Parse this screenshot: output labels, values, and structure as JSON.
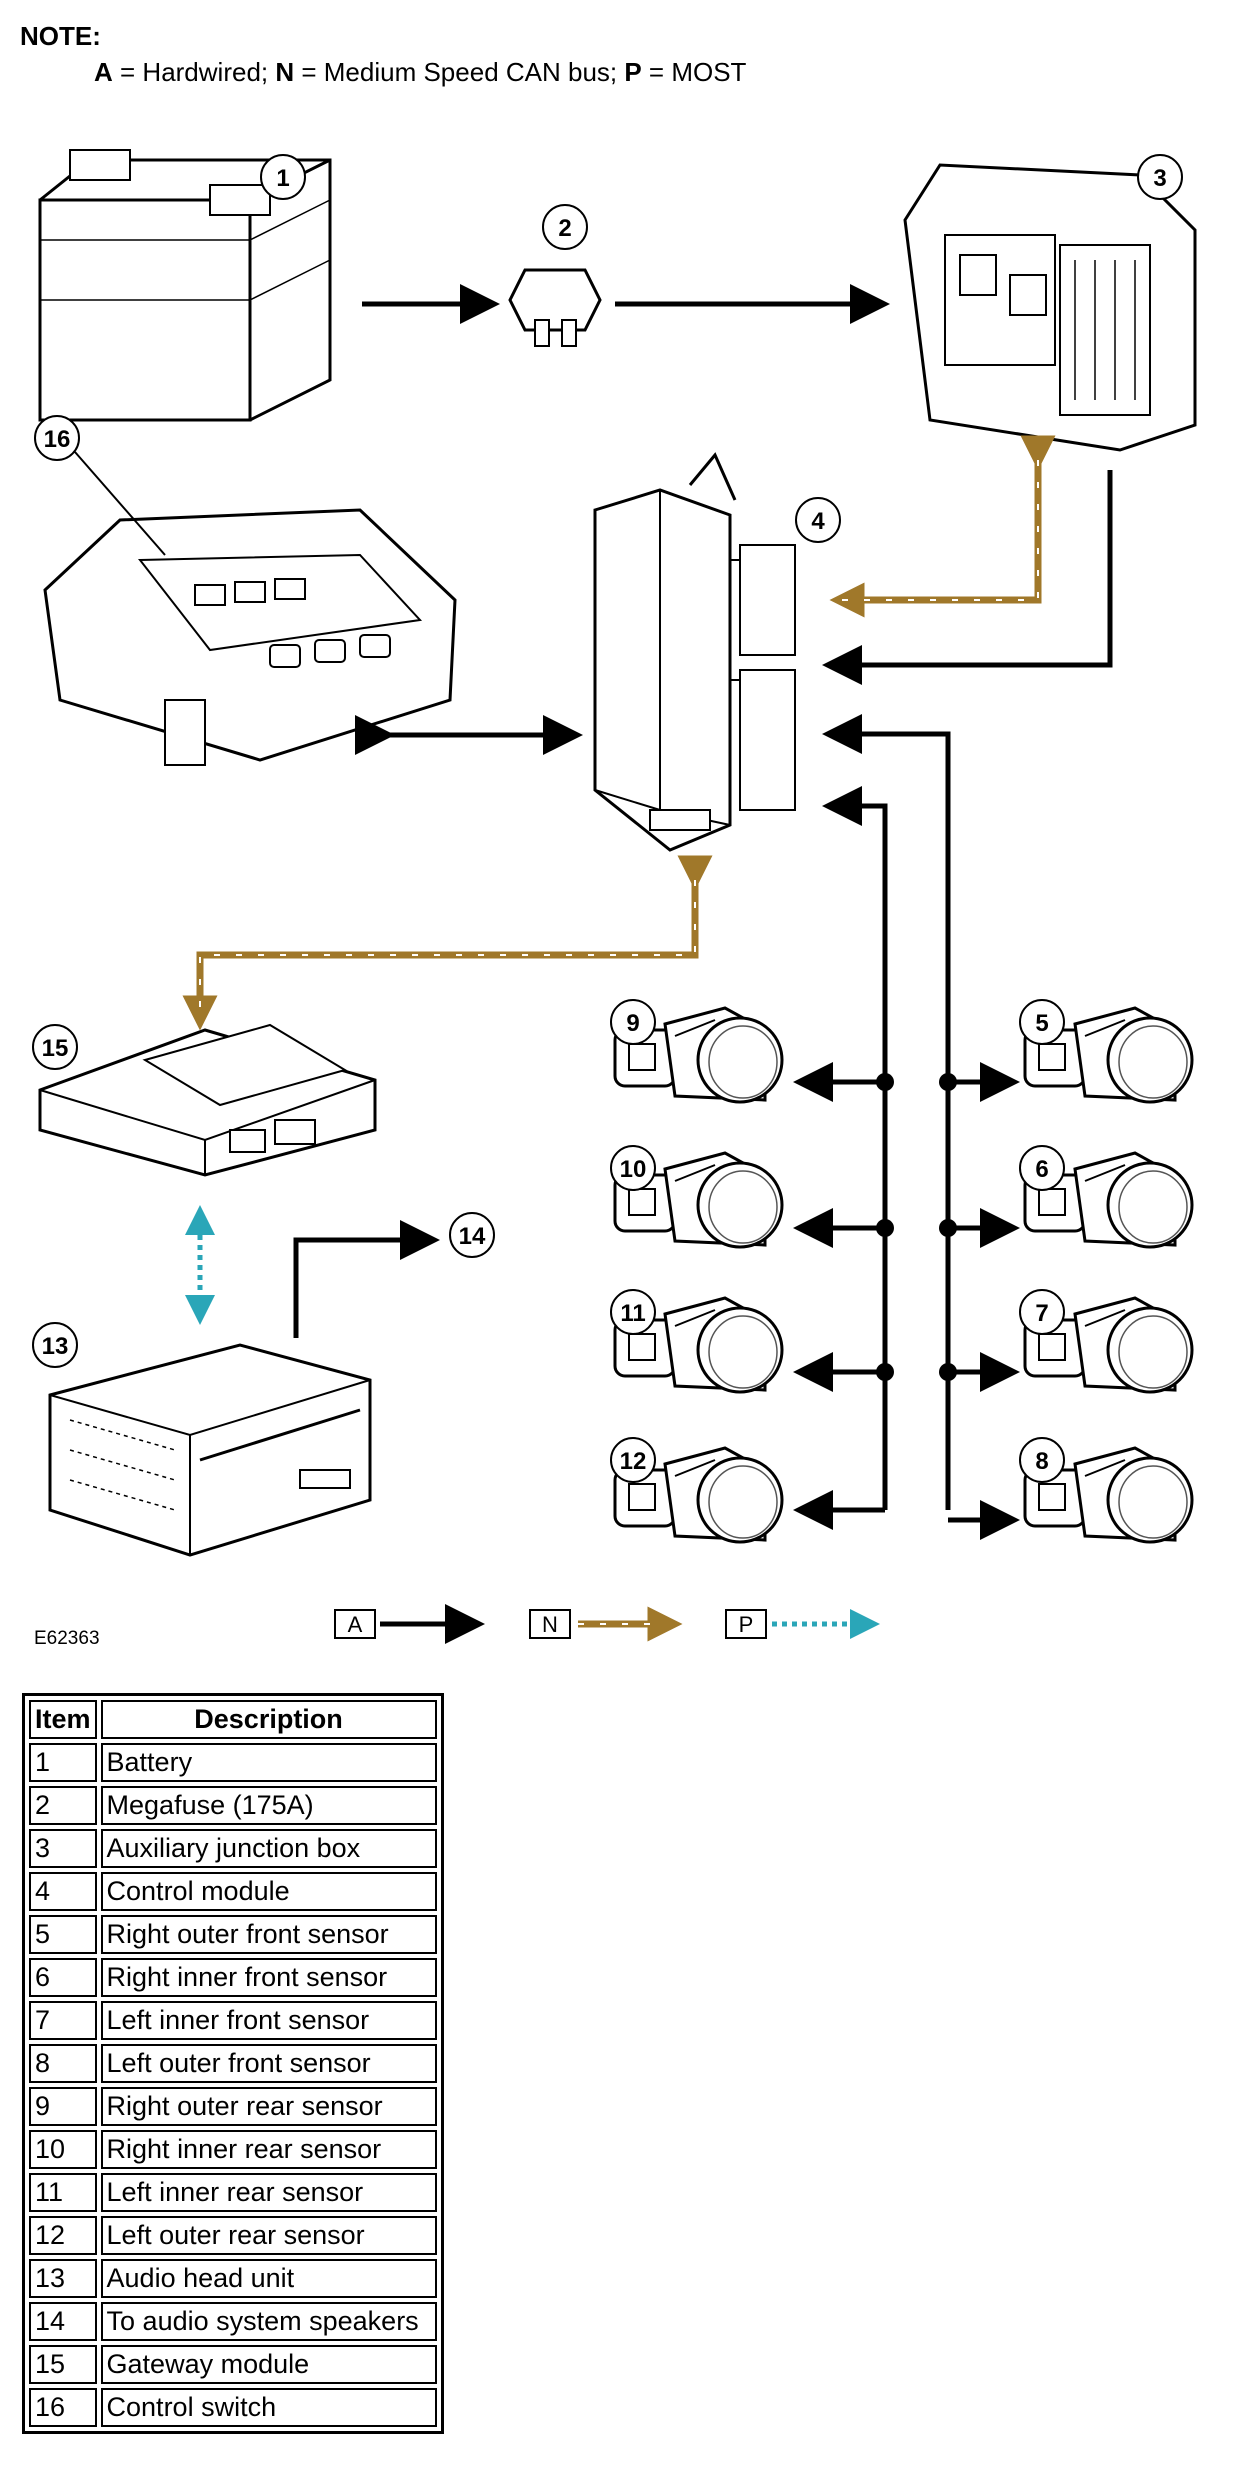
{
  "note": {
    "heading": "NOTE:",
    "legend_parts": [
      {
        "key": "A",
        "text": " = Hardwired; "
      },
      {
        "key": "N",
        "text": " = Medium Speed CAN bus; "
      },
      {
        "key": "P",
        "text": " = MOST"
      }
    ]
  },
  "callouts": [
    "1",
    "2",
    "3",
    "4",
    "5",
    "6",
    "7",
    "8",
    "9",
    "10",
    "11",
    "12",
    "13",
    "14",
    "15",
    "16"
  ],
  "line_legend": [
    {
      "key": "A",
      "style": "hardwired"
    },
    {
      "key": "N",
      "style": "can"
    },
    {
      "key": "P",
      "style": "most"
    }
  ],
  "reference_code": "E62363",
  "colors": {
    "hardwired": "#000000",
    "can": "#a0782a",
    "most": "#2aa6b8"
  },
  "table": {
    "headers": [
      "Item",
      "Description"
    ],
    "rows": [
      [
        "1",
        "Battery"
      ],
      [
        "2",
        "Megafuse (175A)"
      ],
      [
        "3",
        "Auxiliary junction box"
      ],
      [
        "4",
        "Control module"
      ],
      [
        "5",
        "Right outer front sensor"
      ],
      [
        "6",
        "Right inner front sensor"
      ],
      [
        "7",
        "Left inner front sensor"
      ],
      [
        "8",
        "Left outer front sensor"
      ],
      [
        "9",
        "Right outer rear sensor"
      ],
      [
        "10",
        "Right inner rear sensor"
      ],
      [
        "11",
        "Left inner rear sensor"
      ],
      [
        "12",
        "Left outer rear sensor"
      ],
      [
        "13",
        "Audio head unit"
      ],
      [
        "14",
        "To audio system speakers"
      ],
      [
        "15",
        "Gateway module"
      ],
      [
        "16",
        "Control switch"
      ]
    ]
  }
}
